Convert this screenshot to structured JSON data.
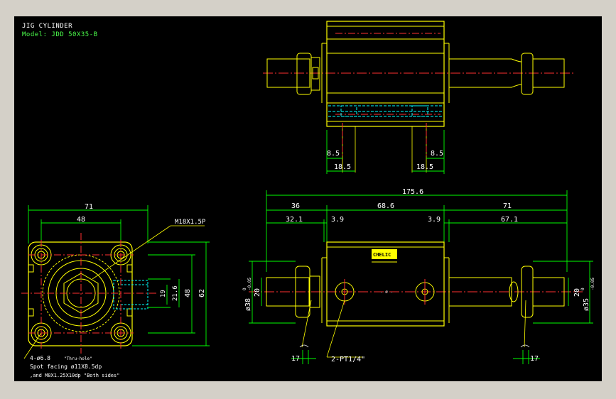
{
  "drawing": {
    "title": "JIG CYLINDER",
    "model": "Model: JDD 50X35-B",
    "colors": {
      "background": "#000000",
      "frame": "#d4d0c8",
      "outline": "#ffff00",
      "dimension": "#00ff00",
      "center": "#ff0000",
      "hidden": "#00ffff",
      "label": "#ffffff"
    }
  },
  "top_view": {
    "dims": {
      "left_small": "8.5",
      "left_wide": "18.5",
      "right_small": "8.5",
      "right_wide": "18.5"
    }
  },
  "front_view": {
    "dims": {
      "overall": "175.6",
      "left_rod": "36",
      "body": "68.6",
      "right_rod": "71",
      "left_inner": "32.1",
      "left_gap": "3.9",
      "right_gap": "3.9",
      "right_inner": "67.1",
      "rod_dia_left": "20",
      "body_dia_left": "ø38",
      "tol_left": "0",
      "tol_left2": "-0.05",
      "rod_dia_right": "20",
      "body_dia_right": "ø35",
      "tol_right": "0",
      "tol_right2": "-0.05",
      "wrench_left": "17",
      "wrench_right": "17",
      "port": "2-PT1/4\""
    },
    "label_plate": "CHELIC"
  },
  "end_view": {
    "dims": {
      "top_outer": "71",
      "top_inner": "48",
      "thread": "M18X1.5P",
      "h19": "19",
      "h21": "21.6",
      "h48": "48",
      "h62": "62"
    },
    "notes": {
      "holes": "4-ø6.8",
      "holes_note": "\"Thru-hole\"",
      "spot": "Spot facing ø11X8.5dp",
      "tap": ",and M8X1.25X10dp \"Both sides\""
    }
  }
}
